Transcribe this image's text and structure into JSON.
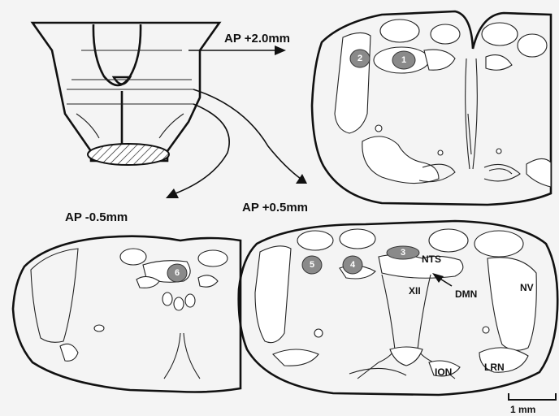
{
  "levels": {
    "ap_plus_2": "AP +2.0mm",
    "ap_minus_05": "AP -0.5mm",
    "ap_plus_05": "AP +0.5mm"
  },
  "sites": [
    "1",
    "2",
    "3",
    "4",
    "5",
    "6"
  ],
  "regions": {
    "nts": "NTS",
    "dmn": "DMN",
    "xii": "XII",
    "nv": "NV",
    "ion": "ION",
    "lrn": "LRN"
  },
  "scale_bar": "1 mm"
}
